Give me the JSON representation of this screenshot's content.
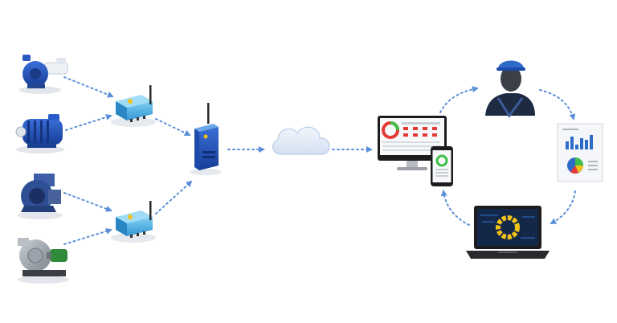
{
  "diagram": {
    "type": "iiot-architecture",
    "colors": {
      "arrow": "#5b8fd8",
      "device_blue": "#1f4fb8",
      "gateway_blue": "#2e6fd1",
      "gateway_cyan": "#4fb6e8",
      "cloud": "#dfe9f6",
      "cloud_stroke": "#b9cce6",
      "accent_green": "#3fbf4a",
      "accent_red": "#e53935",
      "accent_yellow": "#f2c21b",
      "dark": "#2a2a2a"
    },
    "nodes": {
      "machines": [
        {
          "id": "pump-1",
          "icon": "centrifugal-pump-icon"
        },
        {
          "id": "motor-1",
          "icon": "electric-motor-icon"
        },
        {
          "id": "fan-1",
          "icon": "industrial-blower-icon"
        },
        {
          "id": "blower-1",
          "icon": "centrifugal-blower-icon"
        }
      ],
      "sensor_gateways": [
        {
          "id": "sensor-hub-top",
          "icon": "wireless-sensor-hub-icon"
        },
        {
          "id": "sensor-hub-bottom",
          "icon": "wireless-sensor-hub-icon"
        }
      ],
      "gateway": {
        "id": "wireless-gateway",
        "icon": "wireless-gateway-icon"
      },
      "cloud": {
        "id": "cloud",
        "icon": "cloud-icon"
      },
      "dashboard": {
        "id": "dashboard",
        "icons": [
          "desktop-monitor-icon",
          "smartphone-icon"
        ]
      },
      "cycle": [
        {
          "id": "engineer",
          "icon": "technician-icon"
        },
        {
          "id": "report",
          "icon": "analytics-report-icon"
        },
        {
          "id": "laptop",
          "icon": "laptop-analysis-icon"
        }
      ]
    },
    "flows": [
      {
        "from": "pump-1",
        "to": "sensor-hub-top"
      },
      {
        "from": "motor-1",
        "to": "sensor-hub-top"
      },
      {
        "from": "fan-1",
        "to": "sensor-hub-bottom"
      },
      {
        "from": "blower-1",
        "to": "sensor-hub-bottom"
      },
      {
        "from": "sensor-hub-top",
        "to": "wireless-gateway"
      },
      {
        "from": "sensor-hub-bottom",
        "to": "wireless-gateway"
      },
      {
        "from": "wireless-gateway",
        "to": "cloud"
      },
      {
        "from": "cloud",
        "to": "dashboard"
      },
      {
        "from": "dashboard",
        "to": "engineer"
      },
      {
        "from": "engineer",
        "to": "report"
      },
      {
        "from": "report",
        "to": "laptop"
      },
      {
        "from": "laptop",
        "to": "dashboard"
      }
    ]
  }
}
